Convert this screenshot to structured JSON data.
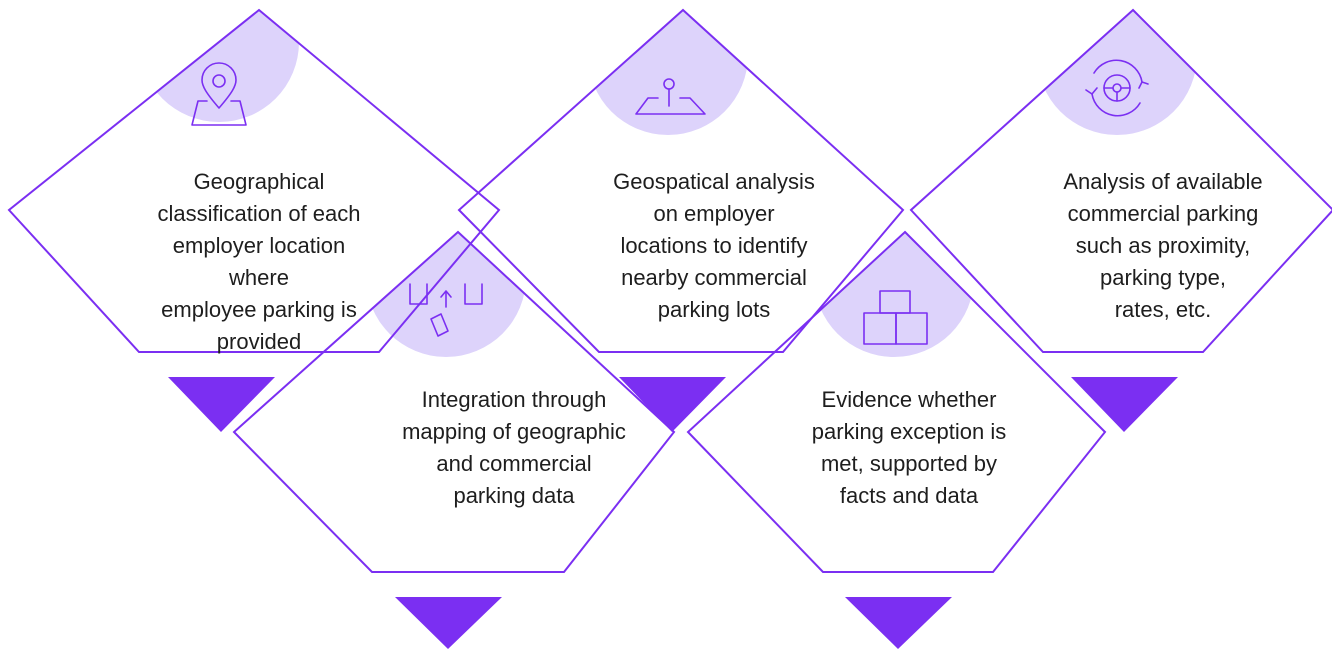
{
  "accent_color": "#7b2ff2",
  "light_circle_color": "#ddd3fb",
  "steps": [
    {
      "id": "step-1",
      "icon": "location-pin-map-icon",
      "text": "Geographical\nclassification of each\nemployer location where\nemployee parking is\nprovided"
    },
    {
      "id": "step-2",
      "icon": "map-marker-icon",
      "text": "Geospatical analysis\non employer\nlocations to identify\nnearby commercial\nparking lots"
    },
    {
      "id": "step-3",
      "icon": "rotating-wheel-icon",
      "text": "Analysis of available\ncommercial parking\nsuch as proximity,\nparking type,\nrates, etc."
    },
    {
      "id": "step-4",
      "icon": "parking-slots-icon",
      "text": "Integration through\nmapping of geographic\nand commercial\nparking data"
    },
    {
      "id": "step-5",
      "icon": "stacked-boxes-icon",
      "text": "Evidence whether\nparking exception is\nmet, supported by\nfacts and data"
    }
  ]
}
